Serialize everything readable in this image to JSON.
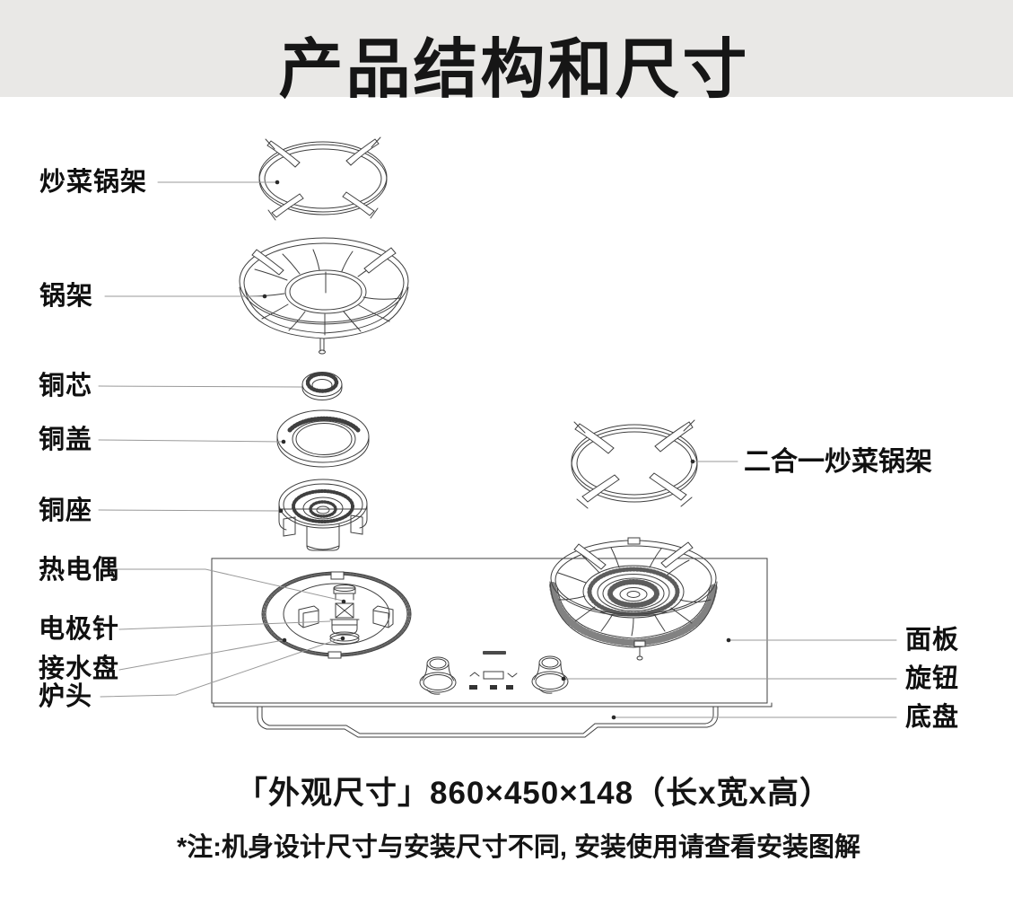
{
  "title": "产品结构和尺寸",
  "labels": {
    "wok_stand": "炒菜锅架",
    "pan_support": "锅架",
    "copper_core": "铜芯",
    "copper_cap": "铜盖",
    "copper_base": "铜座",
    "thermocouple": "热电偶",
    "electrode_needle": "电极针",
    "drip_tray": "接水盘",
    "burner_head": "炉头",
    "two_in_one_wok_stand": "二合一炒菜锅架",
    "panel": "面板",
    "knob": "旋钮",
    "base_plate": "底盘"
  },
  "footer": {
    "dimensions": "「外观尺寸」860×450×148（长x宽x高）",
    "note": "*注:机身设计尺寸与安装尺寸不同, 安装使用请查看安装图解"
  },
  "colors": {
    "banner_bg": "#e9e8e6",
    "art_line": "#3f3f3f",
    "leader_line": "#9a9a9a",
    "text": "#111111"
  }
}
